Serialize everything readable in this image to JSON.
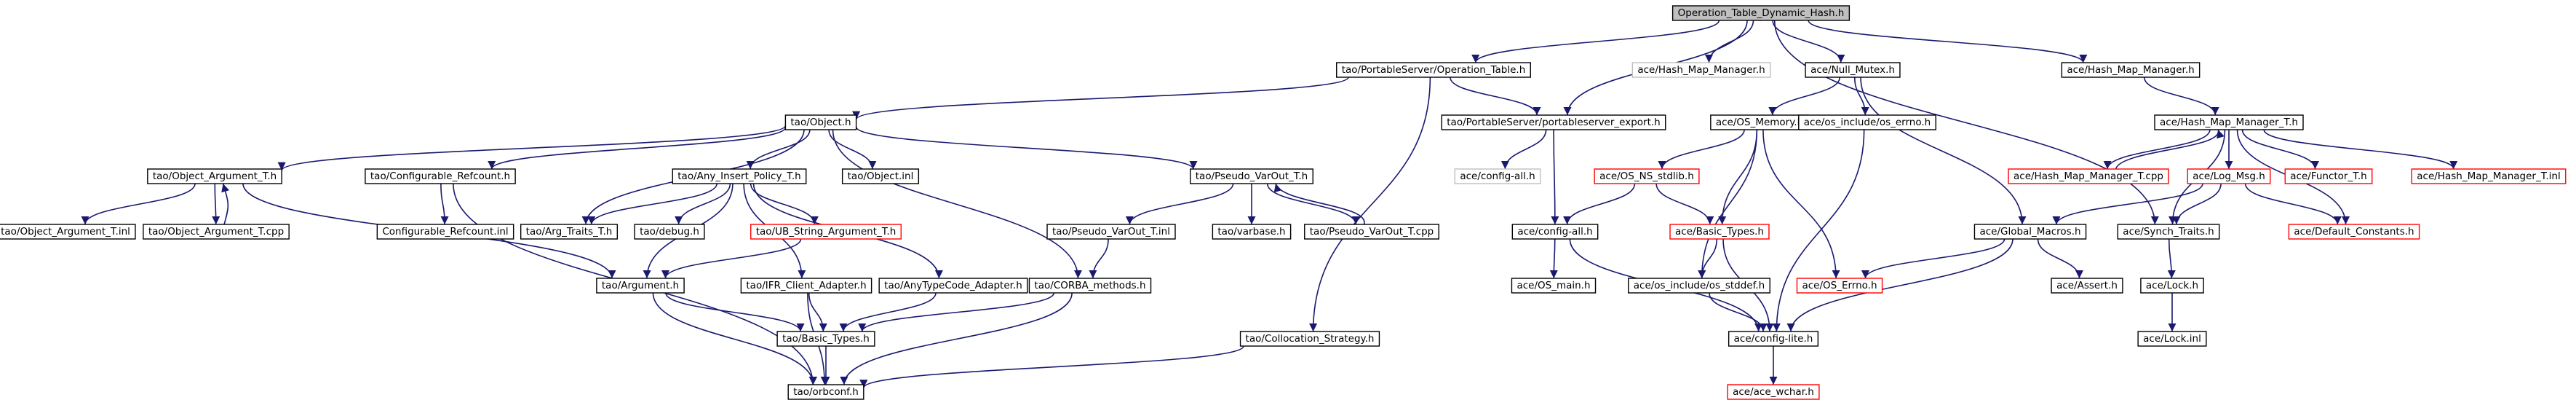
{
  "diagram": {
    "root": "Operation_Table_Dynamic_Hash.h",
    "nodes": [
      {
        "id": "root",
        "label": "Operation_Table_Dynamic_Hash.h",
        "style": "root"
      },
      {
        "id": "tao_operation_table",
        "label": "tao/PortableServer/Operation_Table.h",
        "style": "normal"
      },
      {
        "id": "ace_hash_map_manager_ghost",
        "label": "ace/Hash_Map_Manager.h",
        "style": "ghost"
      },
      {
        "id": "ace_null_mutex",
        "label": "ace/Null_Mutex.h",
        "style": "normal"
      },
      {
        "id": "ace_hash_map_manager",
        "label": "ace/Hash_Map_Manager.h",
        "style": "normal"
      },
      {
        "id": "tao_object",
        "label": "tao/Object.h",
        "style": "normal"
      },
      {
        "id": "tao_portableserver_export",
        "label": "tao/PortableServer/portableserver_export.h",
        "style": "normal"
      },
      {
        "id": "ace_os_memory",
        "label": "ace/OS_Memory.h",
        "style": "normal"
      },
      {
        "id": "ace_os_include_errno",
        "label": "ace/os_include/os_errno.h",
        "style": "normal"
      },
      {
        "id": "ace_hash_map_manager_t",
        "label": "ace/Hash_Map_Manager_T.h",
        "style": "normal"
      },
      {
        "id": "tao_object_argument_t",
        "label": "tao/Object_Argument_T.h",
        "style": "normal"
      },
      {
        "id": "tao_configurable_refcount",
        "label": "tao/Configurable_Refcount.h",
        "style": "normal"
      },
      {
        "id": "tao_any_insert_policy",
        "label": "tao/Any_Insert_Policy_T.h",
        "style": "normal"
      },
      {
        "id": "tao_object_inl",
        "label": "tao/Object.inl",
        "style": "normal"
      },
      {
        "id": "tao_pseudo_varout",
        "label": "tao/Pseudo_VarOut_T.h",
        "style": "normal"
      },
      {
        "id": "ace_config_all_ghost",
        "label": "ace/config-all.h",
        "style": "ghost"
      },
      {
        "id": "ace_os_ns_stdlib",
        "label": "ace/OS_NS_stdlib.h",
        "style": "red"
      },
      {
        "id": "ace_hash_map_manager_t_cpp",
        "label": "ace/Hash_Map_Manager_T.cpp",
        "style": "red"
      },
      {
        "id": "ace_log_msg",
        "label": "ace/Log_Msg.h",
        "style": "red"
      },
      {
        "id": "ace_functor_t",
        "label": "ace/Functor_T.h",
        "style": "red"
      },
      {
        "id": "ace_hash_map_manager_t_inl",
        "label": "ace/Hash_Map_Manager_T.inl",
        "style": "red"
      },
      {
        "id": "tao_object_argument_t_inl",
        "label": "tao/Object_Argument_T.inl",
        "style": "normal"
      },
      {
        "id": "tao_object_argument_t_cpp",
        "label": "tao/Object_Argument_T.cpp",
        "style": "normal"
      },
      {
        "id": "configurable_refcount_inl",
        "label": "Configurable_Refcount.inl",
        "style": "normal"
      },
      {
        "id": "tao_arg_traits",
        "label": "tao/Arg_Traits_T.h",
        "style": "normal"
      },
      {
        "id": "tao_debug",
        "label": "tao/debug.h",
        "style": "normal"
      },
      {
        "id": "tao_ub_string_argument",
        "label": "tao/UB_String_Argument_T.h",
        "style": "red"
      },
      {
        "id": "tao_pseudo_varout_inl",
        "label": "tao/Pseudo_VarOut_T.inl",
        "style": "normal"
      },
      {
        "id": "tao_varbase",
        "label": "tao/varbase.h",
        "style": "normal"
      },
      {
        "id": "tao_pseudo_varout_cpp",
        "label": "tao/Pseudo_VarOut_T.cpp",
        "style": "normal"
      },
      {
        "id": "ace_config_all",
        "label": "ace/config-all.h",
        "style": "normal"
      },
      {
        "id": "ace_basic_types",
        "label": "ace/Basic_Types.h",
        "style": "red"
      },
      {
        "id": "ace_global_macros",
        "label": "ace/Global_Macros.h",
        "style": "normal"
      },
      {
        "id": "ace_synch_traits",
        "label": "ace/Synch_Traits.h",
        "style": "normal"
      },
      {
        "id": "ace_default_constants",
        "label": "ace/Default_Constants.h",
        "style": "red"
      },
      {
        "id": "tao_argument",
        "label": "tao/Argument.h",
        "style": "normal"
      },
      {
        "id": "tao_ifr_client_adapter",
        "label": "tao/IFR_Client_Adapter.h",
        "style": "normal"
      },
      {
        "id": "tao_anytypecode_adapter",
        "label": "tao/AnyTypeCode_Adapter.h",
        "style": "normal"
      },
      {
        "id": "tao_corba_methods",
        "label": "tao/CORBA_methods.h",
        "style": "normal"
      },
      {
        "id": "ace_os_main",
        "label": "ace/OS_main.h",
        "style": "normal"
      },
      {
        "id": "ace_os_include_stddef",
        "label": "ace/os_include/os_stddef.h",
        "style": "normal"
      },
      {
        "id": "ace_os_errno",
        "label": "ace/OS_Errno.h",
        "style": "red"
      },
      {
        "id": "ace_assert",
        "label": "ace/Assert.h",
        "style": "normal"
      },
      {
        "id": "ace_lock",
        "label": "ace/Lock.h",
        "style": "normal"
      },
      {
        "id": "tao_basic_types",
        "label": "tao/Basic_Types.h",
        "style": "normal"
      },
      {
        "id": "tao_collocation_strategy",
        "label": "tao/Collocation_Strategy.h",
        "style": "normal"
      },
      {
        "id": "ace_config_lite",
        "label": "ace/config-lite.h",
        "style": "normal"
      },
      {
        "id": "ace_lock_inl",
        "label": "ace/Lock.inl",
        "style": "normal"
      },
      {
        "id": "tao_orbconf",
        "label": "tao/orbconf.h",
        "style": "normal"
      },
      {
        "id": "ace_ace_wchar",
        "label": "ace/ace_wchar.h",
        "style": "red"
      }
    ],
    "edges": [
      [
        "root",
        "tao_operation_table"
      ],
      [
        "root",
        "ace_hash_map_manager_ghost"
      ],
      [
        "root",
        "ace_null_mutex"
      ],
      [
        "root",
        "ace_hash_map_manager"
      ],
      [
        "root",
        "tao_portableserver_export"
      ],
      [
        "root",
        "ace_synch_traits"
      ],
      [
        "tao_operation_table",
        "tao_object"
      ],
      [
        "tao_operation_table",
        "tao_portableserver_export"
      ],
      [
        "tao_operation_table",
        "tao_collocation_strategy"
      ],
      [
        "ace_null_mutex",
        "ace_os_memory"
      ],
      [
        "ace_null_mutex",
        "ace_os_include_errno"
      ],
      [
        "ace_null_mutex",
        "ace_global_macros"
      ],
      [
        "ace_hash_map_manager",
        "ace_hash_map_manager_t"
      ],
      [
        "ace_hash_map_manager_t",
        "ace_hash_map_manager_t_cpp"
      ],
      [
        "ace_hash_map_manager_t",
        "ace_log_msg"
      ],
      [
        "ace_hash_map_manager_t",
        "ace_functor_t"
      ],
      [
        "ace_hash_map_manager_t",
        "ace_hash_map_manager_t_inl"
      ],
      [
        "ace_hash_map_manager_t",
        "ace_default_constants"
      ],
      [
        "ace_hash_map_manager_t",
        "ace_synch_traits"
      ],
      [
        "ace_hash_map_manager_t_cpp",
        "ace_hash_map_manager_t"
      ],
      [
        "ace_log_msg",
        "ace_global_macros"
      ],
      [
        "ace_log_msg",
        "ace_default_constants"
      ],
      [
        "ace_log_msg",
        "ace_synch_traits"
      ],
      [
        "ace_synch_traits",
        "ace_lock"
      ],
      [
        "ace_lock",
        "ace_lock_inl"
      ],
      [
        "ace_global_macros",
        "ace_assert"
      ],
      [
        "ace_global_macros",
        "ace_os_errno"
      ],
      [
        "ace_global_macros",
        "ace_config_lite"
      ],
      [
        "tao_object",
        "tao_object_argument_t"
      ],
      [
        "tao_object",
        "tao_configurable_refcount"
      ],
      [
        "tao_object",
        "tao_any_insert_policy"
      ],
      [
        "tao_object",
        "tao_object_inl"
      ],
      [
        "tao_object",
        "tao_pseudo_varout"
      ],
      [
        "tao_object",
        "tao_arg_traits"
      ],
      [
        "tao_object",
        "tao_corba_methods"
      ],
      [
        "tao_object_argument_t",
        "tao_object_argument_t_inl"
      ],
      [
        "tao_object_argument_t",
        "tao_object_argument_t_cpp"
      ],
      [
        "tao_object_argument_t",
        "tao_argument"
      ],
      [
        "tao_object_argument_t_cpp",
        "tao_object_argument_t"
      ],
      [
        "tao_configurable_refcount",
        "configurable_refcount_inl"
      ],
      [
        "tao_configurable_refcount",
        "tao_orbconf"
      ],
      [
        "tao_any_insert_policy",
        "tao_arg_traits"
      ],
      [
        "tao_any_insert_policy",
        "tao_debug"
      ],
      [
        "tao_any_insert_policy",
        "tao_ub_string_argument"
      ],
      [
        "tao_any_insert_policy",
        "tao_argument"
      ],
      [
        "tao_any_insert_policy",
        "tao_ifr_client_adapter"
      ],
      [
        "tao_any_insert_policy",
        "tao_anytypecode_adapter"
      ],
      [
        "tao_ub_string_argument",
        "tao_argument"
      ],
      [
        "tao_pseudo_varout",
        "tao_pseudo_varout_inl"
      ],
      [
        "tao_pseudo_varout",
        "tao_varbase"
      ],
      [
        "tao_pseudo_varout",
        "tao_pseudo_varout_cpp"
      ],
      [
        "tao_pseudo_varout_cpp",
        "tao_pseudo_varout"
      ],
      [
        "tao_pseudo_varout_inl",
        "tao_corba_methods"
      ],
      [
        "tao_corba_methods",
        "tao_basic_types"
      ],
      [
        "tao_corba_methods",
        "tao_orbconf"
      ],
      [
        "tao_argument",
        "tao_basic_types"
      ],
      [
        "tao_argument",
        "tao_orbconf"
      ],
      [
        "tao_ifr_client_adapter",
        "tao_basic_types"
      ],
      [
        "tao_ifr_client_adapter",
        "tao_orbconf"
      ],
      [
        "tao_anytypecode_adapter",
        "tao_basic_types"
      ],
      [
        "tao_basic_types",
        "tao_orbconf"
      ],
      [
        "tao_collocation_strategy",
        "tao_orbconf"
      ],
      [
        "tao_portableserver_export",
        "ace_config_all_ghost"
      ],
      [
        "tao_portableserver_export",
        "ace_config_all"
      ],
      [
        "ace_os_memory",
        "ace_os_ns_stdlib"
      ],
      [
        "ace_os_memory",
        "ace_basic_types"
      ],
      [
        "ace_os_memory",
        "ace_os_include_stddef"
      ],
      [
        "ace_os_memory",
        "ace_os_errno"
      ],
      [
        "ace_os_ns_stdlib",
        "ace_config_all"
      ],
      [
        "ace_os_ns_stdlib",
        "ace_basic_types"
      ],
      [
        "ace_config_all",
        "ace_os_main"
      ],
      [
        "ace_config_all",
        "ace_config_lite"
      ],
      [
        "ace_basic_types",
        "ace_os_include_stddef"
      ],
      [
        "ace_basic_types",
        "ace_config_lite"
      ],
      [
        "ace_os_include_stddef",
        "ace_config_lite"
      ],
      [
        "ace_os_include_errno",
        "ace_config_lite"
      ],
      [
        "ace_config_lite",
        "ace_ace_wchar"
      ]
    ]
  }
}
